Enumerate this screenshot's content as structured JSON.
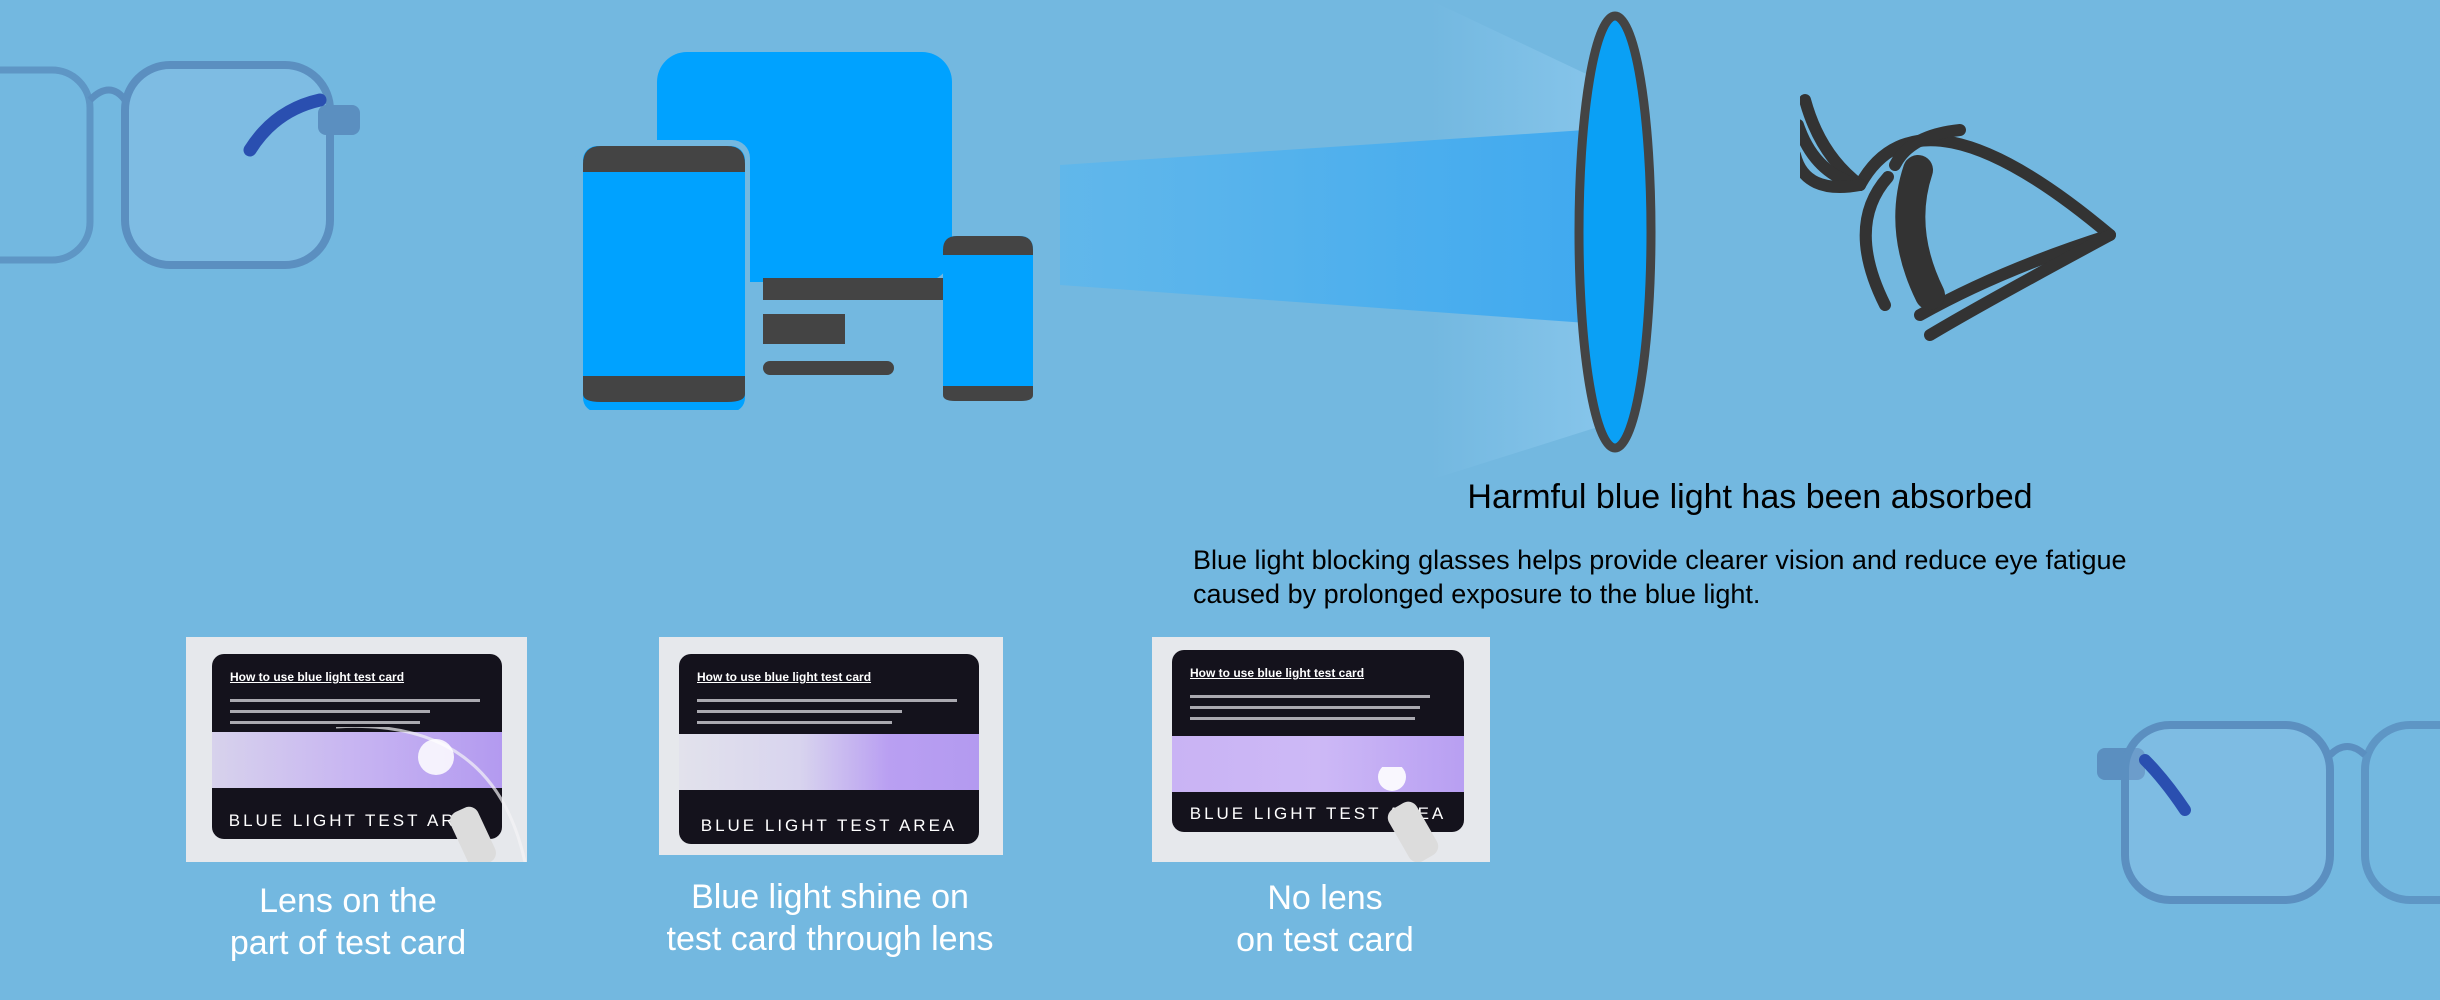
{
  "headline": "Harmful blue light has been absorbed",
  "description_lines": [
    "Blue light blocking glasses helps provide clearer vision and reduce eye fatigue",
    "caused by prolonged exposure to the blue light."
  ],
  "cards": [
    {
      "title": "How to use blue light test card",
      "area_label": "BLUE LIGHT TEST AREA",
      "caption_lines": [
        "Lens on the",
        "part of test card"
      ]
    },
    {
      "title": "How to use blue light test card",
      "area_label": "BLUE LIGHT TEST AREA",
      "caption_lines": [
        "Blue light shine on",
        "test card through lens"
      ]
    },
    {
      "title": "How to use blue light test card",
      "area_label": "BLUE LIGHT TEST AREA",
      "caption_lines": [
        "No lens",
        "on test card"
      ]
    }
  ],
  "colors": {
    "background": "#73b8e0",
    "device_blue": "#00a2ff",
    "device_dark": "#444444",
    "lens_blue": "#0aa0f5",
    "eye_stroke": "#333333",
    "frame_blue": "#5b8fc0",
    "temple_blue": "#2a4fb0"
  },
  "icons": [
    "devices-icon",
    "blue-light-beam",
    "lens-icon",
    "eye-icon",
    "glasses-left-image",
    "glasses-right-image"
  ]
}
